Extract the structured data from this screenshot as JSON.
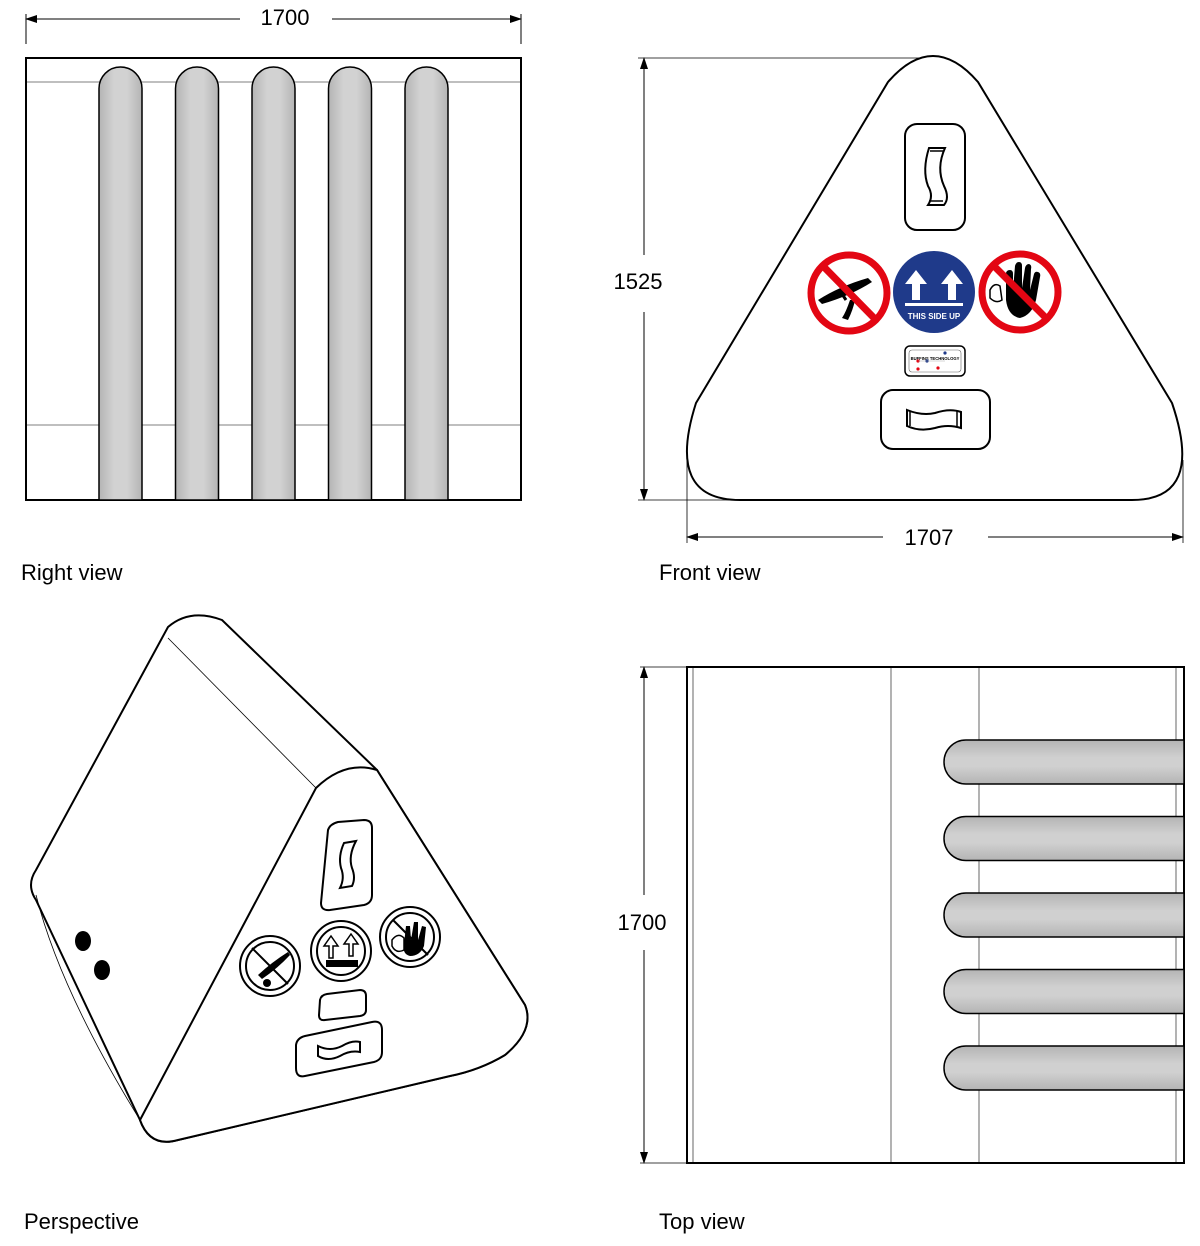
{
  "views": {
    "right": {
      "caption": "Right view",
      "dim_width": "1700",
      "rail_count": 5
    },
    "front": {
      "caption": "Front view",
      "dim_height": "1525",
      "dim_width": "1707",
      "signs": {
        "knife": "no-knife-icon",
        "arrows": "this-side-up-icon",
        "hand": "no-touch-icon"
      },
      "up_label": "THIS SIDE UP",
      "brand_label": "BUFFINS TECHNOLOGY"
    },
    "perspective": {
      "caption": "Perspective"
    },
    "top": {
      "caption": "Top view",
      "dim_height": "1700",
      "rail_count": 5
    }
  },
  "colors": {
    "line": "#000000",
    "rail_fill": "#c8c8c8",
    "prohibition_red": "#e30613",
    "mandatory_blue": "#1f3a8a"
  }
}
